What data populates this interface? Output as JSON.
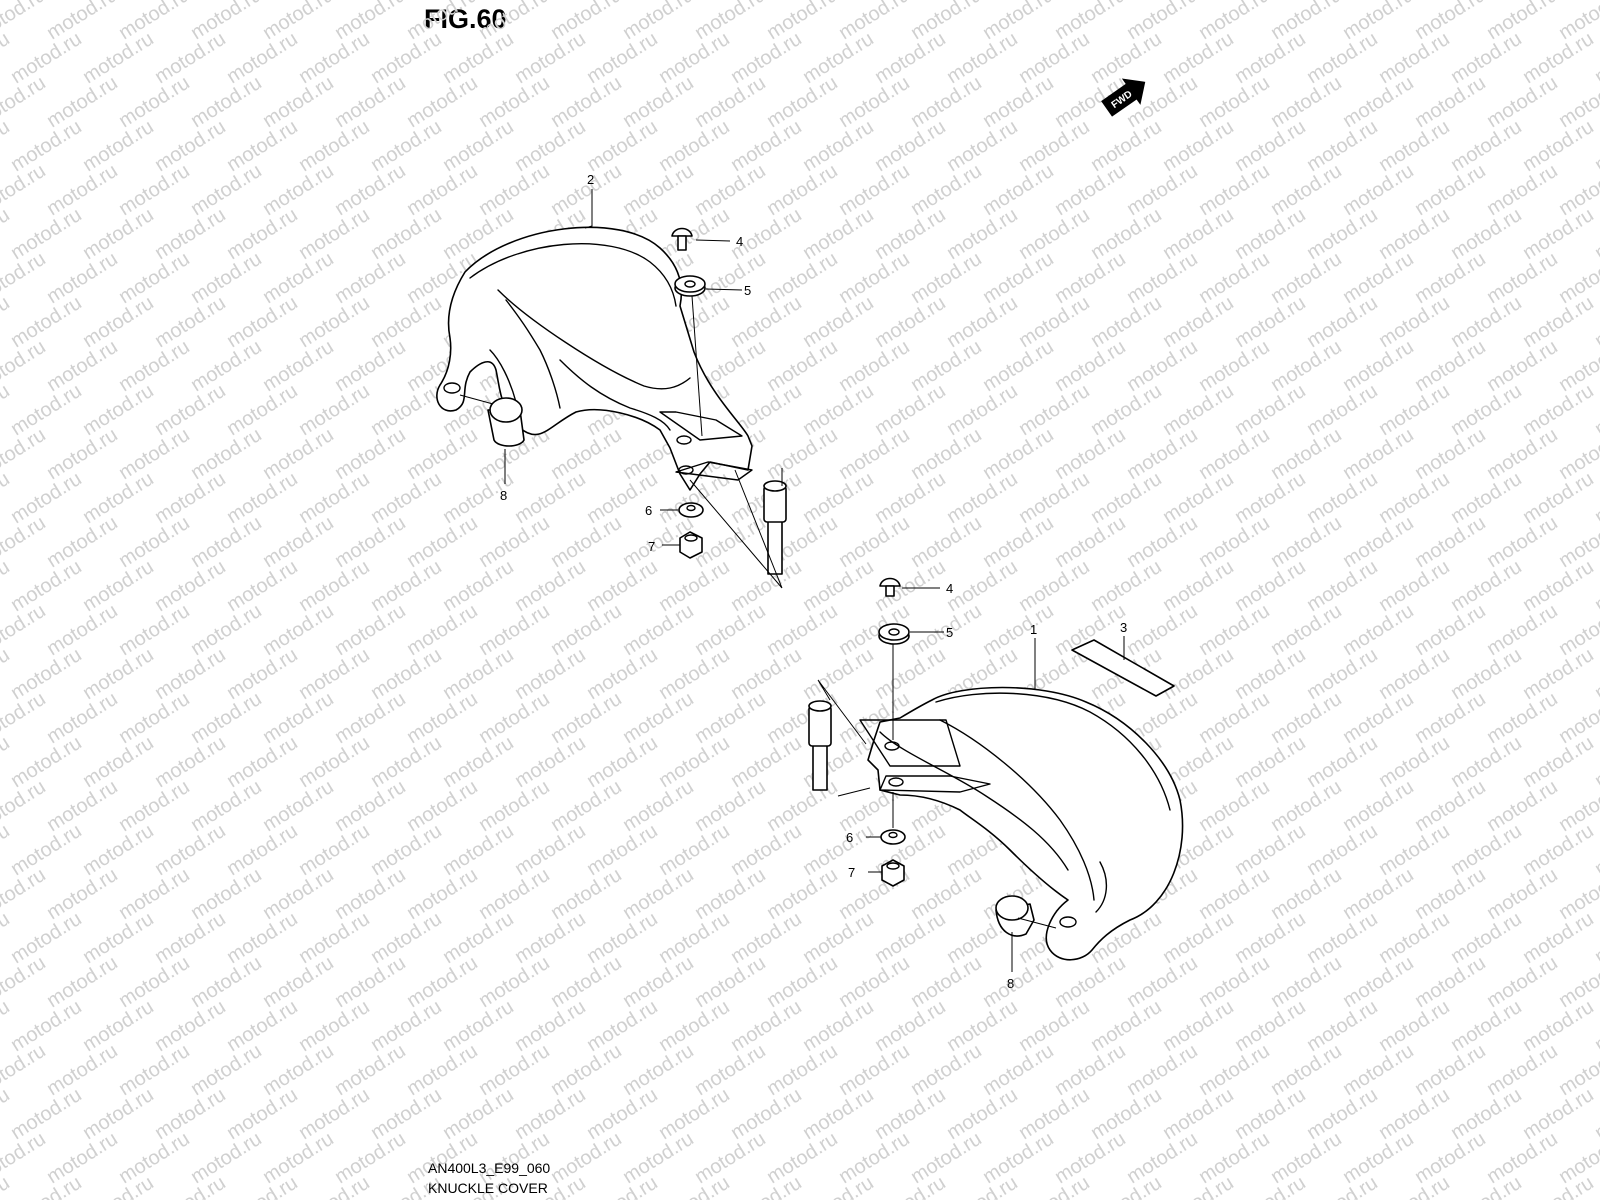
{
  "figure": {
    "title": "FIG.60",
    "model_code": "AN400L3_E99_060",
    "section_name": "KNUCKLE COVER"
  },
  "watermark": {
    "text": "motod.ru",
    "color": "#d0d0d0"
  },
  "orientation_badge": {
    "text": "FWD",
    "icon": "forward-arrow-icon"
  },
  "callouts": {
    "upper_cover": {
      "n2": "2",
      "n4": "4",
      "n5": "5",
      "n6": "6",
      "n7": "7",
      "n8": "8"
    },
    "lower_cover": {
      "n1": "1",
      "n3": "3",
      "n4": "4",
      "n5": "5",
      "n6": "6",
      "n7": "7",
      "n8": "8"
    }
  }
}
